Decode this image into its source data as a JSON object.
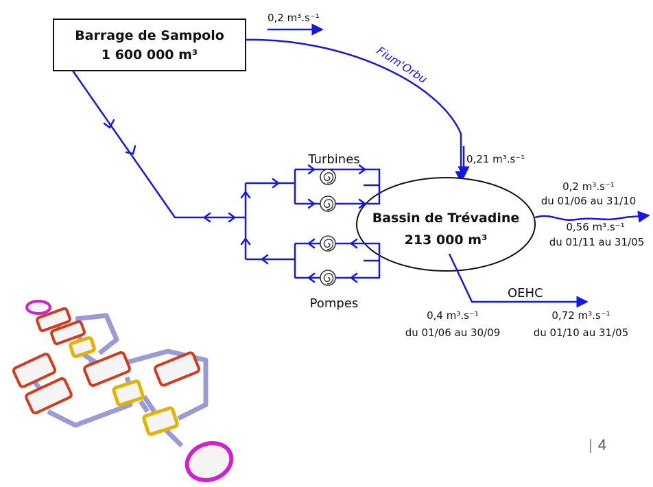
{
  "diagram": {
    "barrage": {
      "name": "Barrage de Sampolo",
      "volume": "1 600 000 m³"
    },
    "bassin": {
      "name": "Bassin de Trévadine",
      "volume": "213 000 m³"
    },
    "river_label": "Fium'Orbu",
    "flows": {
      "barrage_out": "0,2 m³.s⁻¹",
      "bassin_in": "0,21 m³.s⁻¹",
      "out_summer_rate": "0,2 m³.s⁻¹",
      "out_summer_period": "du 01/06 au 31/10",
      "out_winter_rate": "0,56 m³.s⁻¹",
      "out_winter_period": "du 01/11 au 31/05",
      "oehc_label": "OEHC",
      "oehc_summer_rate": "0,4 m³.s⁻¹",
      "oehc_summer_period": "du 01/06 au 30/09",
      "oehc_winter_rate": "0,72 m³.s⁻¹",
      "oehc_winter_period": "du 01/10 au 31/05"
    },
    "turbines_label": "Turbines",
    "pompes_label": "Pompes"
  },
  "page_number": "4",
  "colors": {
    "flow": "#1515e6",
    "box_stroke": "#111111",
    "page_number": "#555555"
  },
  "icons": [
    "spiral-icon",
    "flowchart-illustration"
  ]
}
